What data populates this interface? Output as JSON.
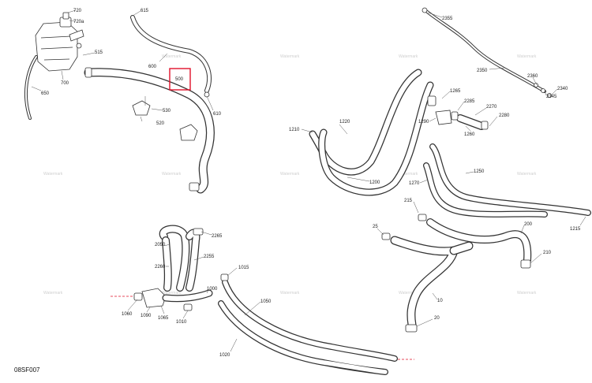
{
  "diagram_code": "08SF007",
  "highlight_color": "#e0102a",
  "watermark_text": "Watermark",
  "callouts": [
    {
      "id": "c720",
      "text": "720"
    },
    {
      "id": "c720a",
      "text": "720a"
    },
    {
      "id": "c515",
      "text": "515"
    },
    {
      "id": "c700",
      "text": "700"
    },
    {
      "id": "c650",
      "text": "650"
    },
    {
      "id": "c615",
      "text": "615"
    },
    {
      "id": "c600",
      "text": "600"
    },
    {
      "id": "c500",
      "text": "500"
    },
    {
      "id": "c530",
      "text": "530"
    },
    {
      "id": "c520",
      "text": "520"
    },
    {
      "id": "c610",
      "text": "610"
    },
    {
      "id": "c2355",
      "text": "2355"
    },
    {
      "id": "c2350",
      "text": "2350"
    },
    {
      "id": "c2360",
      "text": "2360"
    },
    {
      "id": "c2345",
      "text": "2345"
    },
    {
      "id": "c2340",
      "text": "2340"
    },
    {
      "id": "c1265",
      "text": "1265"
    },
    {
      "id": "c2285",
      "text": "2285"
    },
    {
      "id": "c2270",
      "text": "2270"
    },
    {
      "id": "c1290",
      "text": "1290"
    },
    {
      "id": "c2280",
      "text": "2280"
    },
    {
      "id": "c1260",
      "text": "1260"
    },
    {
      "id": "c1220",
      "text": "1220"
    },
    {
      "id": "c1210",
      "text": "1210"
    },
    {
      "id": "c1200",
      "text": "1200"
    },
    {
      "id": "c1250",
      "text": "1250"
    },
    {
      "id": "c1270",
      "text": "1270"
    },
    {
      "id": "c1215",
      "text": "1215"
    },
    {
      "id": "c215",
      "text": "215"
    },
    {
      "id": "c25",
      "text": "25"
    },
    {
      "id": "c200",
      "text": "200"
    },
    {
      "id": "c210",
      "text": "210"
    },
    {
      "id": "c10",
      "text": "10"
    },
    {
      "id": "c20",
      "text": "20"
    },
    {
      "id": "c2050",
      "text": "2050"
    },
    {
      "id": "c2265",
      "text": "2265"
    },
    {
      "id": "c2255",
      "text": "2255"
    },
    {
      "id": "c2260",
      "text": "2260"
    },
    {
      "id": "c1015",
      "text": "1015"
    },
    {
      "id": "c1000",
      "text": "1000"
    },
    {
      "id": "c1050",
      "text": "1050"
    },
    {
      "id": "c1060",
      "text": "1060"
    },
    {
      "id": "c1090",
      "text": "1090"
    },
    {
      "id": "c1065",
      "text": "1065"
    },
    {
      "id": "c1010",
      "text": "1010"
    },
    {
      "id": "c1020",
      "text": "1020"
    }
  ],
  "watermarks": [
    {
      "id": "w1"
    },
    {
      "id": "w2"
    },
    {
      "id": "w3"
    },
    {
      "id": "w4"
    },
    {
      "id": "w5"
    },
    {
      "id": "w6"
    },
    {
      "id": "w7"
    },
    {
      "id": "w8"
    },
    {
      "id": "w9"
    },
    {
      "id": "w10"
    },
    {
      "id": "w11"
    },
    {
      "id": "w12"
    },
    {
      "id": "w13"
    },
    {
      "id": "w14"
    }
  ]
}
